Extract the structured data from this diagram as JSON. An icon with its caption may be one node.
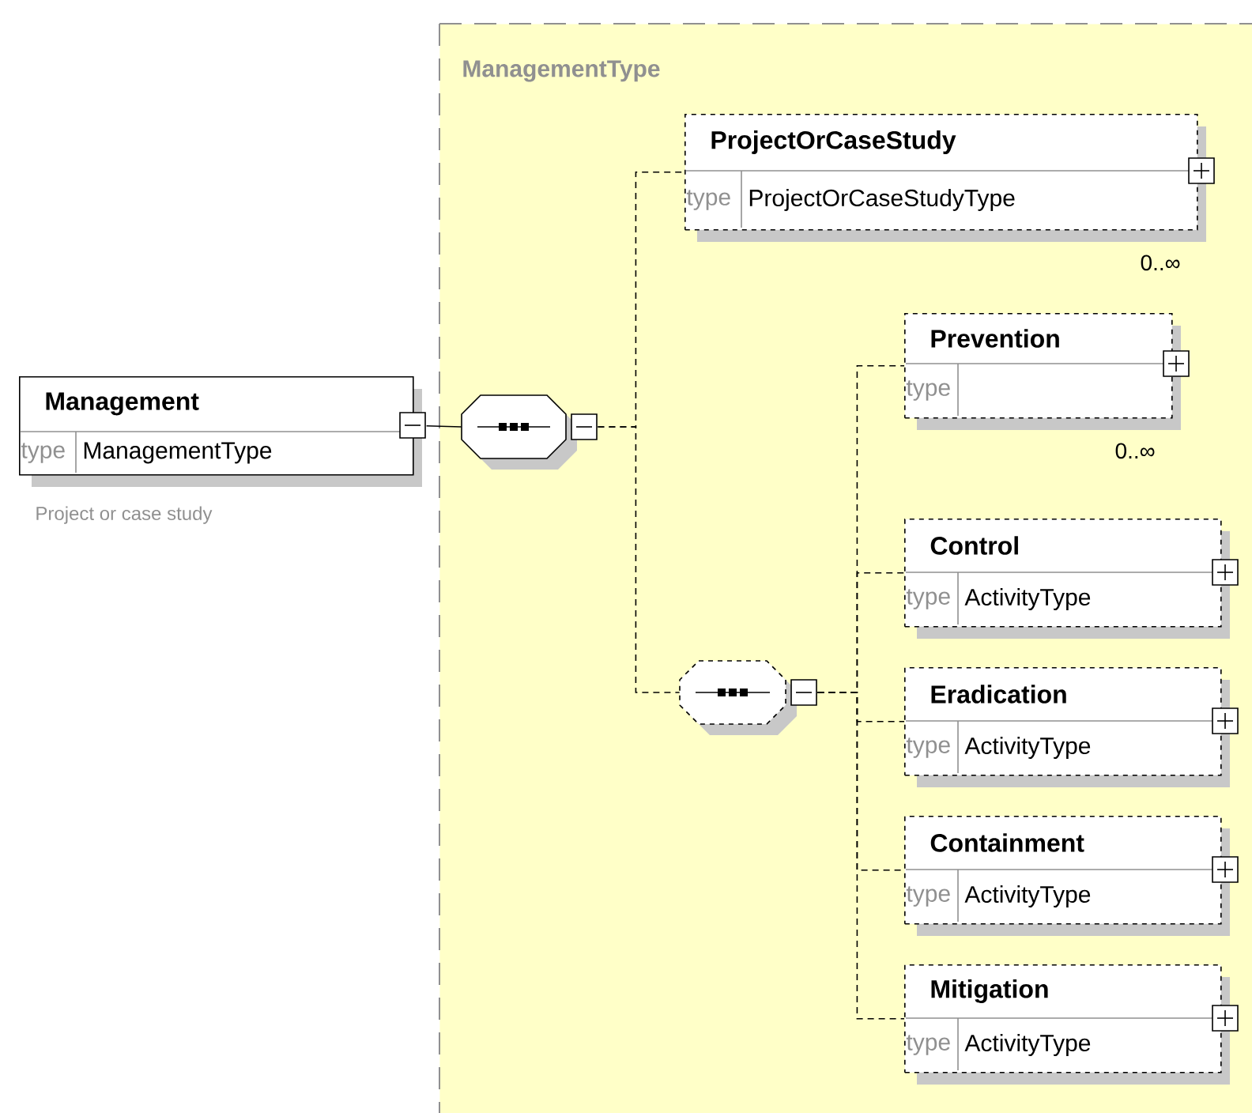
{
  "diagram": {
    "nodes": [
      {
        "text": [
          "ManagementType"
        ]
      },
      {
        "text": [
          "Management",
          "type",
          "ManagementType"
        ],
        "beside": [
          "Project or case study"
        ]
      },
      {
        "text": [],
        "shape": "octagon",
        "in": 0
      },
      {
        "text": [
          "ProjectOrCaseStudy",
          "type",
          "ProjectOrCaseStudyType"
        ],
        "beside": [
          "0..∞"
        ],
        "in": 0
      },
      {
        "text": [],
        "shape": "octagon",
        "in": 0
      },
      {
        "text": [
          "Prevention",
          "type"
        ],
        "beside": [
          "0..∞"
        ],
        "in": 0
      },
      {
        "text": [
          "Control",
          "type",
          "ActivityType"
        ],
        "in": 0
      },
      {
        "text": [
          "Eradication",
          "type",
          "ActivityType"
        ],
        "in": 0
      },
      {
        "text": [
          "Containment",
          "type",
          "ActivityType"
        ],
        "in": 0
      },
      {
        "text": [
          "Mitigation",
          "type",
          "ActivityType"
        ],
        "in": 0
      }
    ],
    "edges": [
      {
        "from": 1,
        "to": 2,
        "arrow": "none"
      },
      {
        "from": 2,
        "to": 3,
        "arrow": "none",
        "style": "dashed"
      },
      {
        "from": 2,
        "to": 4,
        "arrow": "none",
        "style": "dashed"
      },
      {
        "from": 4,
        "to": 5,
        "arrow": "none",
        "style": "dashed"
      },
      {
        "from": 4,
        "to": 6,
        "arrow": "none",
        "style": "dashed"
      },
      {
        "from": 4,
        "to": 7,
        "arrow": "none",
        "style": "dashed"
      },
      {
        "from": 4,
        "to": 8,
        "arrow": "none",
        "style": "dashed"
      },
      {
        "from": 4,
        "to": 9,
        "arrow": "none",
        "style": "dashed"
      }
    ]
  }
}
